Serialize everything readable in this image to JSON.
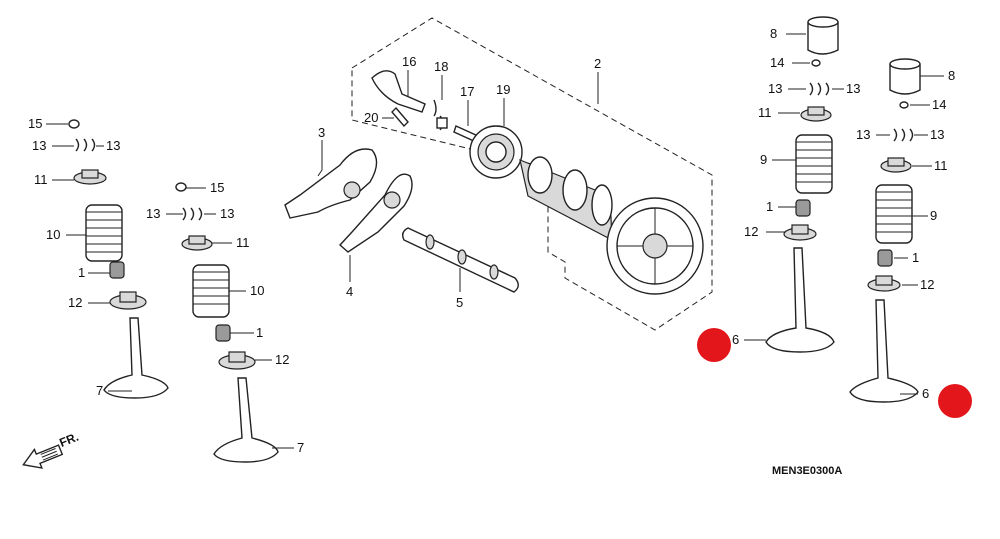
{
  "diagram": {
    "callouts": [
      "1",
      "2",
      "3",
      "4",
      "5",
      "6",
      "7",
      "8",
      "9",
      "10",
      "11",
      "12",
      "13",
      "14",
      "15",
      "16",
      "17",
      "18",
      "19",
      "20"
    ],
    "diagram_code": "MEN3E0300A",
    "direction_label": "FR.",
    "marker_color": "#e3161b"
  }
}
